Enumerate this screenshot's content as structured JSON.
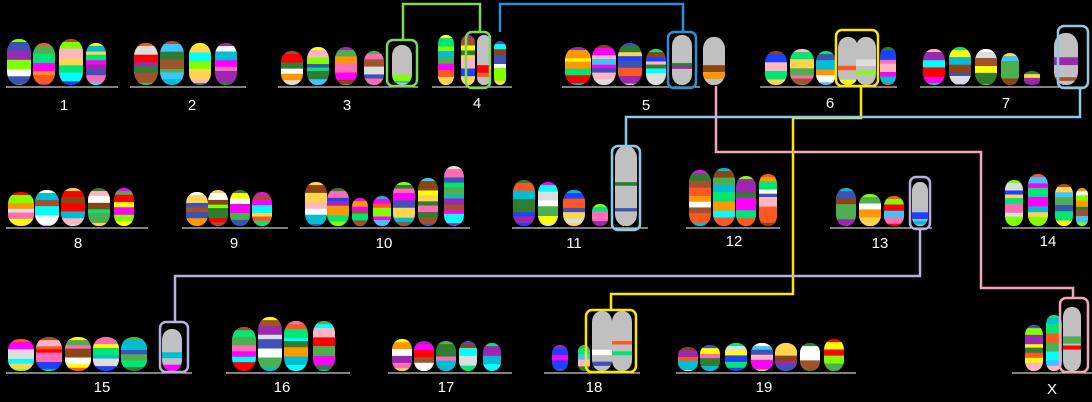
{
  "figure": {
    "background": "#000000",
    "baseline_color": "#ffffff",
    "label_color": "#ffffff",
    "highlight_chromosome_color": "#c0c0c0",
    "palette": [
      "#ff00ff",
      "#ff0000",
      "#00e676",
      "#ffff00",
      "#ff9800",
      "#00bcd4",
      "#1e40ff",
      "#ffffff",
      "#9c27b0",
      "#ff6bb5",
      "#7fff00",
      "#00ffff",
      "#ffd54f",
      "#8b4513",
      "#4caf50",
      "#ff5722",
      "#40c4ff",
      "#2e7d32",
      "#ffb6c1",
      "#3f51b5",
      "#a0522d",
      "#dddddd"
    ],
    "chromosomes": [
      {
        "label": "1"
      },
      {
        "label": "2"
      },
      {
        "label": "3"
      },
      {
        "label": "4"
      },
      {
        "label": "5"
      },
      {
        "label": "6"
      },
      {
        "label": "7"
      },
      {
        "label": "8"
      },
      {
        "label": "9"
      },
      {
        "label": "10"
      },
      {
        "label": "11"
      },
      {
        "label": "12"
      },
      {
        "label": "13"
      },
      {
        "label": "14"
      },
      {
        "label": "15"
      },
      {
        "label": "16"
      },
      {
        "label": "17"
      },
      {
        "label": "18"
      },
      {
        "label": "19"
      },
      {
        "label": "X"
      }
    ],
    "connectors": [
      {
        "name": "green",
        "color": "#7ed957"
      },
      {
        "name": "blue",
        "color": "#2f8fd6"
      },
      {
        "name": "yellow",
        "color": "#ffe600"
      },
      {
        "name": "pink",
        "color": "#f4a6b9"
      },
      {
        "name": "light-blue",
        "color": "#8fc9e8"
      },
      {
        "name": "lavender",
        "color": "#b8b0de"
      }
    ]
  }
}
